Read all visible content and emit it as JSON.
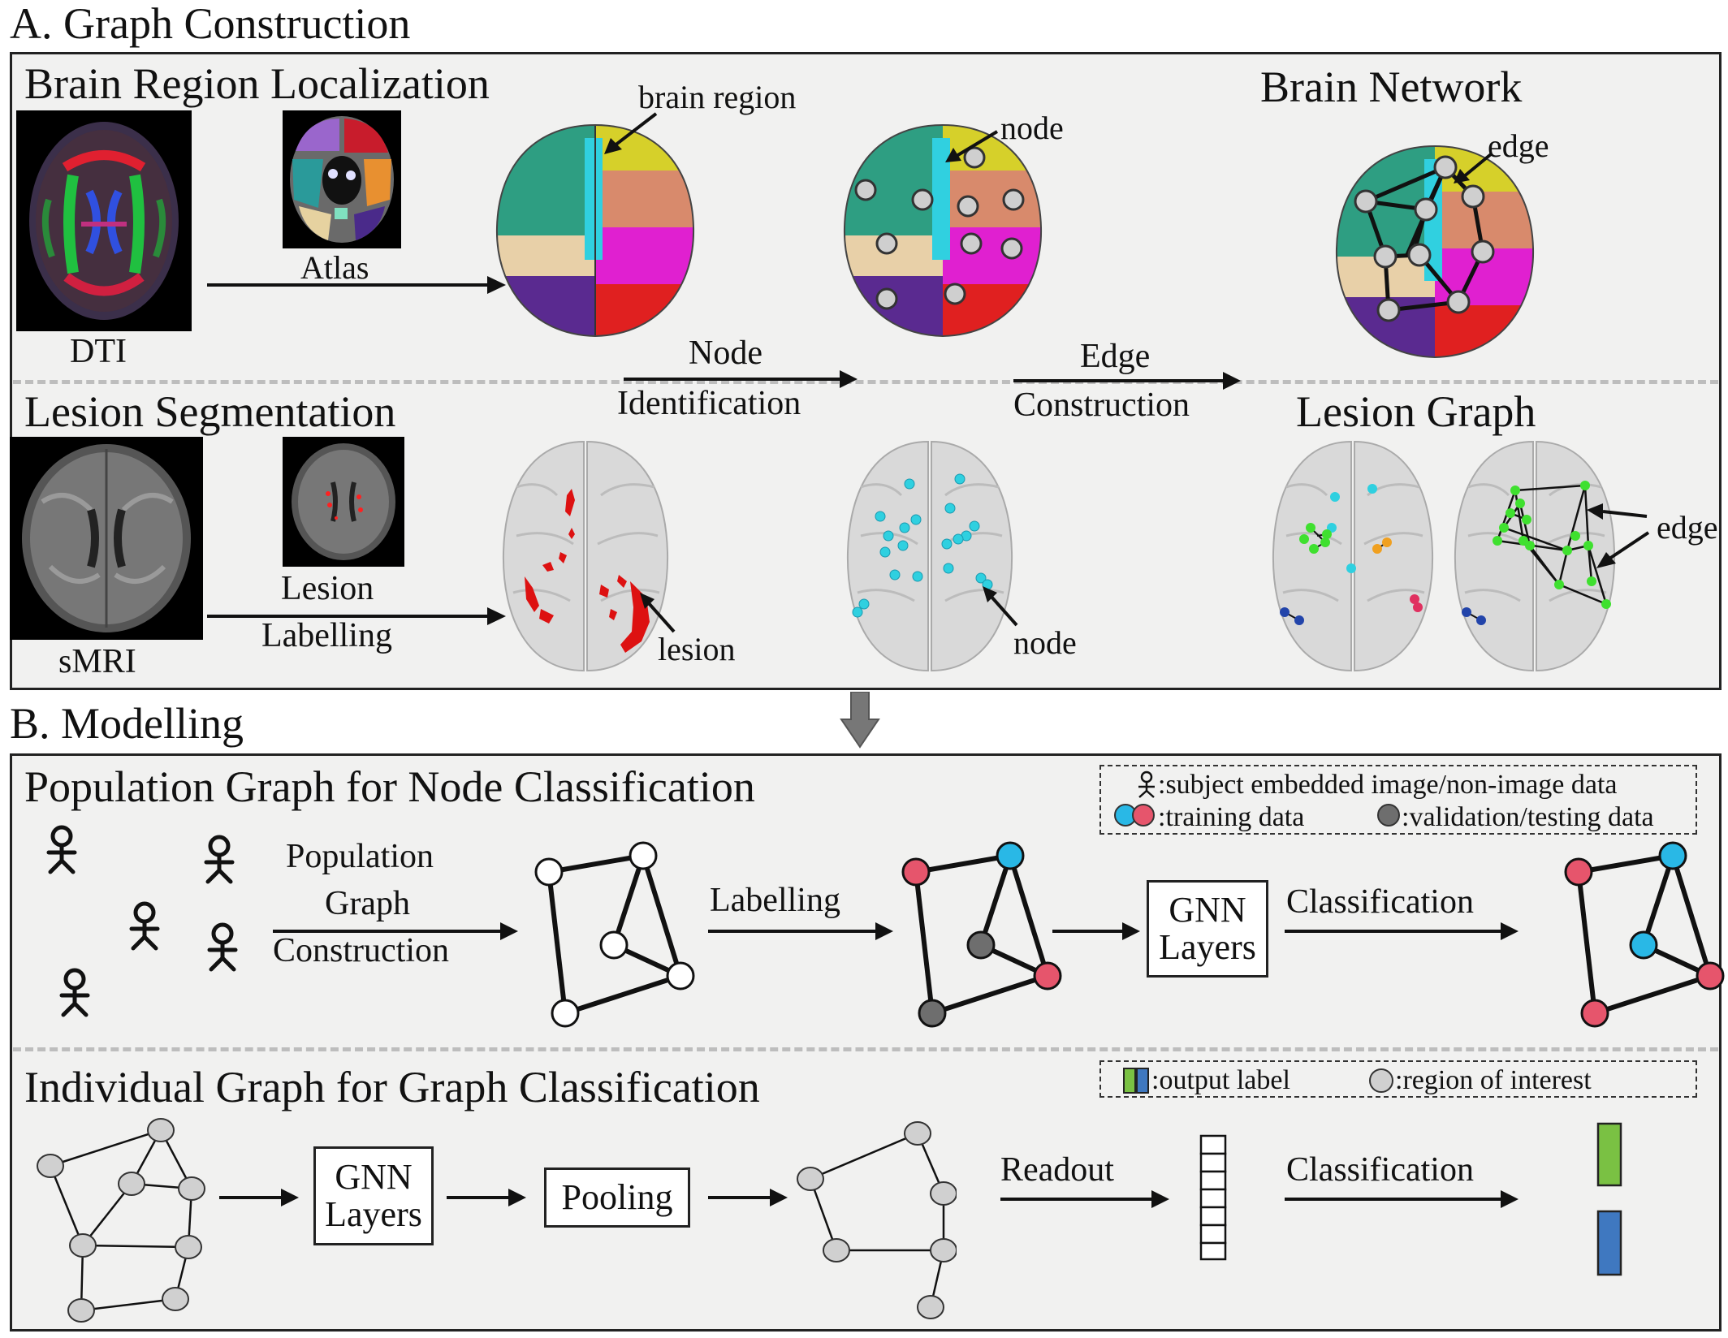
{
  "colors": {
    "panel_bg": "#f1f1f0",
    "blue_node": "#29b8e6",
    "red_node": "#e6556c",
    "gray_node": "#6e6e6e",
    "roi_node": "#d0d0d0",
    "green_bar": "#7ac143",
    "blue_bar": "#3f78c0",
    "lesion_red": "#dd1111",
    "cyan_dot": "#2fd0e0",
    "green_dot": "#3fe02f",
    "orange_dot": "#f0a020",
    "pink_dot": "#e03060",
    "navy_dot": "#2244aa"
  },
  "section_a": {
    "title": "A. Graph Construction"
  },
  "section_b": {
    "title": "B. Modelling"
  },
  "brain": {
    "localization_title": "Brain Region Localization",
    "network_title": "Brain Network",
    "dti_label": "DTI",
    "atlas_label": "Atlas",
    "brain_region_label": "brain region",
    "node_label": "node",
    "edge_label": "edge"
  },
  "lesion": {
    "segmentation_title": "Lesion Segmentation",
    "graph_title": "Lesion Graph",
    "smri_label": "sMRI",
    "labelling_line1": "Lesion",
    "labelling_line2": "Labelling",
    "lesion_label": "lesion",
    "node_label": "node",
    "edge_label": "edge"
  },
  "steps": {
    "node_line1": "Node",
    "node_line2": "Identification",
    "edge_line1": "Edge",
    "edge_line2": "Construction"
  },
  "population": {
    "title": "Population Graph for Node Classification",
    "legend_subject": ":subject embedded image/non-image data",
    "legend_training": ":training data",
    "legend_validation": ":validation/testing data",
    "construction_line1": "Population",
    "construction_line2": "Graph",
    "construction_line3": "Construction",
    "labelling": "Labelling",
    "gnn_line1": "GNN",
    "gnn_line2": "Layers",
    "classification": "Classification"
  },
  "individual": {
    "title": "Individual Graph for Graph Classification",
    "legend_output": ":output label",
    "legend_roi": ":region of interest",
    "gnn_line1": "GNN",
    "gnn_line2": "Layers",
    "pooling": "Pooling",
    "readout": "Readout",
    "classification": "Classification"
  }
}
